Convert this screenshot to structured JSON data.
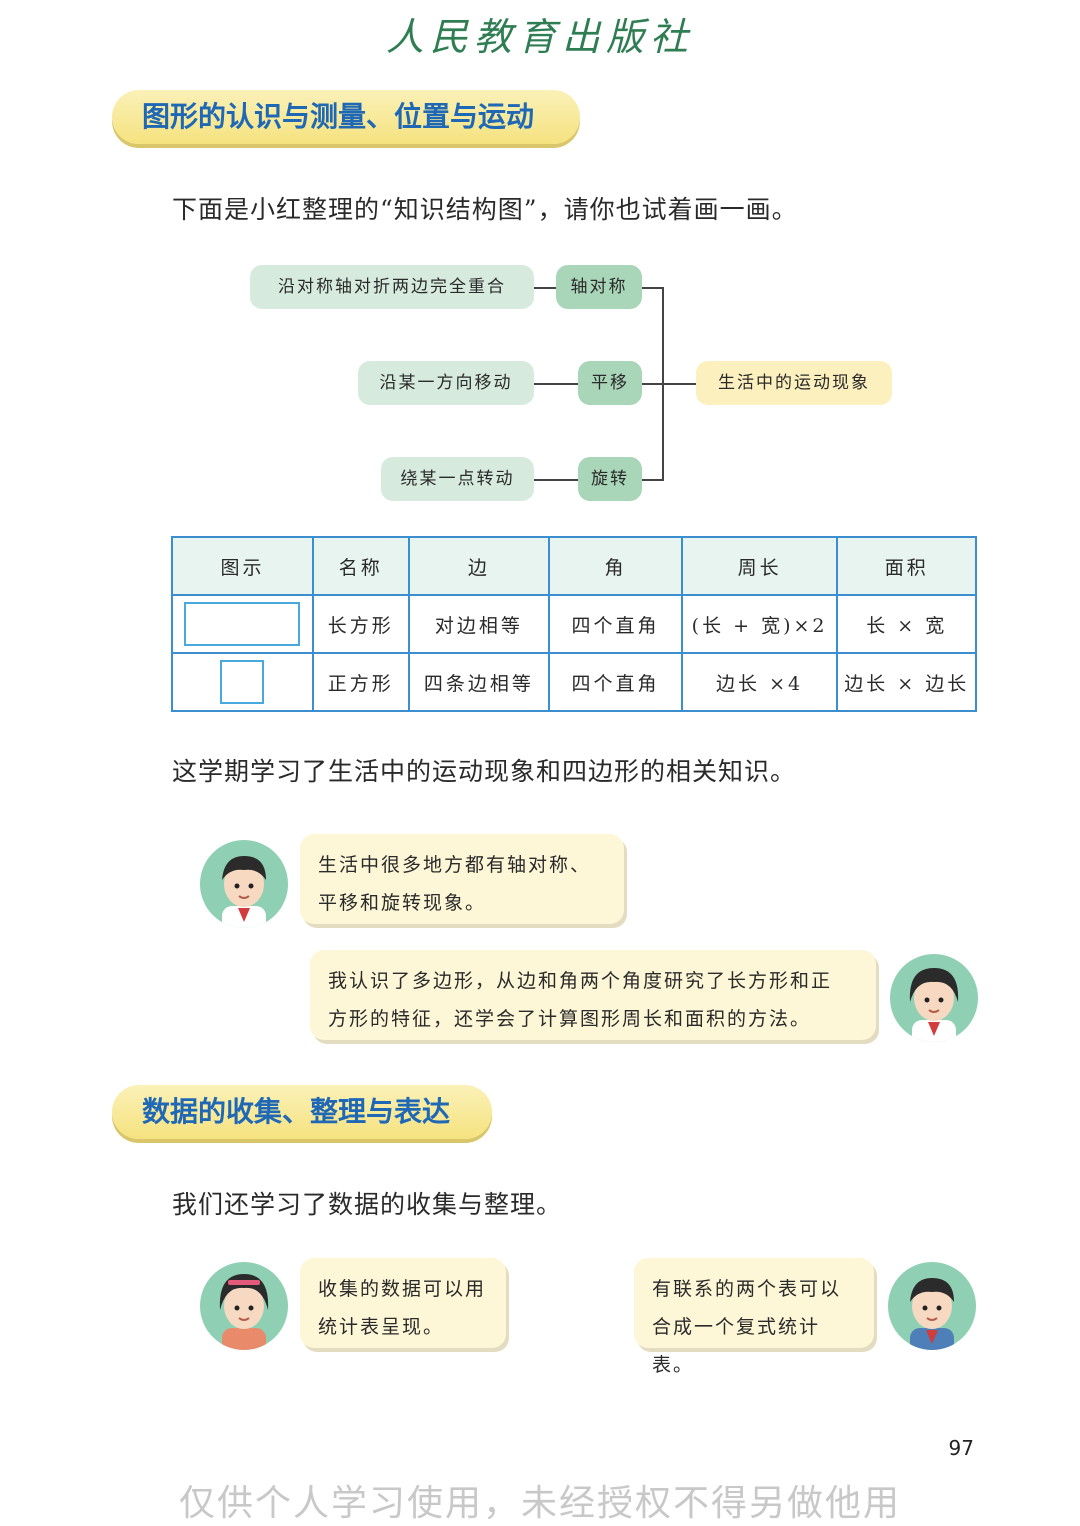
{
  "header": {
    "publisher": "人民教育出版社"
  },
  "section1": {
    "title": "图形的认识与测量、位置与运动",
    "intro": "下面是小红整理的“知识结构图”，请你也试着画一画。",
    "diagram": {
      "root": "生活中的运动现象",
      "branches": [
        {
          "name": "轴对称",
          "desc": "沿对称轴对折两边完全重合"
        },
        {
          "name": "平移",
          "desc": "沿某一方向移动"
        },
        {
          "name": "旋转",
          "desc": "绕某一点转动"
        }
      ]
    },
    "table": {
      "headers": [
        "图示",
        "名称",
        "边",
        "角",
        "周长",
        "面积"
      ],
      "rows": [
        {
          "name": "长方形",
          "side": "对边相等",
          "angle": "四个直角",
          "perimeter": "(长 + 宽)×2",
          "area": "长 × 宽"
        },
        {
          "name": "正方形",
          "side": "四条边相等",
          "angle": "四个直角",
          "perimeter": "边长 ×4",
          "area": "边长 × 边长"
        }
      ]
    },
    "summary": "这学期学习了生活中的运动现象和四边形的相关知识。",
    "bubbles": [
      {
        "text1": "生活中很多地方都有轴对称、",
        "text2": "平移和旋转现象。"
      },
      {
        "text1": "我认识了多边形，从边和角两个角度研究了长方形和正",
        "text2": "方形的特征，还学会了计算图形周长和面积的方法。"
      }
    ]
  },
  "section2": {
    "title": "数据的收集、整理与表达",
    "intro": "我们还学习了数据的收集与整理。",
    "bubbles": [
      {
        "text1": "收集的数据可以用",
        "text2": "统计表呈现。"
      },
      {
        "text1": "有联系的两个表可以",
        "text2": "合成一个复式统计表。"
      }
    ]
  },
  "footer": {
    "page_number": "97",
    "watermark": "仅供个人学习使用，未经授权不得另做他用"
  },
  "colors": {
    "section_title": "#1f68b5",
    "pill": "#f5e27f",
    "table_border": "#3b8fd0",
    "node_green": "#a9d6b8",
    "node_yellow": "#fcf0bf"
  }
}
